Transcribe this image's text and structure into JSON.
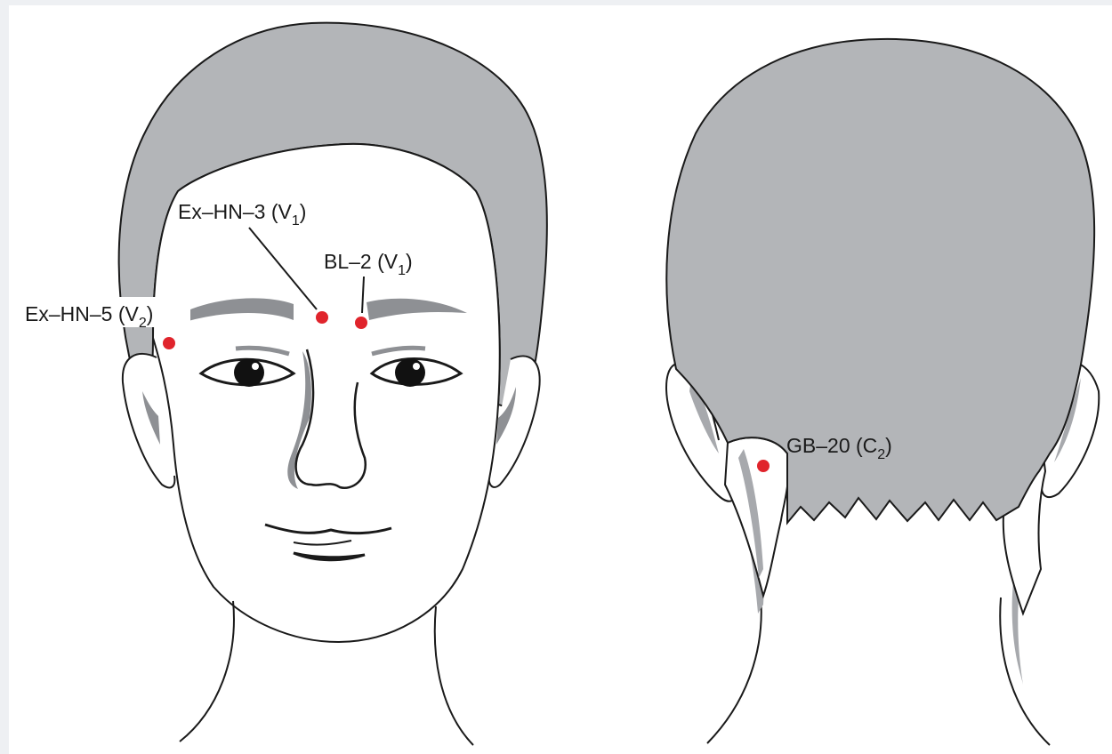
{
  "colors": {
    "hair": "#b3b5b8",
    "outline": "#1a1a1a",
    "shade": "#8e9094",
    "acupoint": "#e0242c",
    "background": "#ffffff"
  },
  "labels": {
    "ex_hn_3": {
      "main": "Ex–HN–3 (V",
      "sub": "1",
      "close": ")"
    },
    "bl_2": {
      "main": "BL–2 (V",
      "sub": "1",
      "close": ")"
    },
    "ex_hn_5": {
      "main": "Ex–HN–5 (V",
      "sub": "2",
      "close": ")"
    },
    "gb_20": {
      "main": "GB–20 (C",
      "sub": "2",
      "close": ")"
    }
  }
}
